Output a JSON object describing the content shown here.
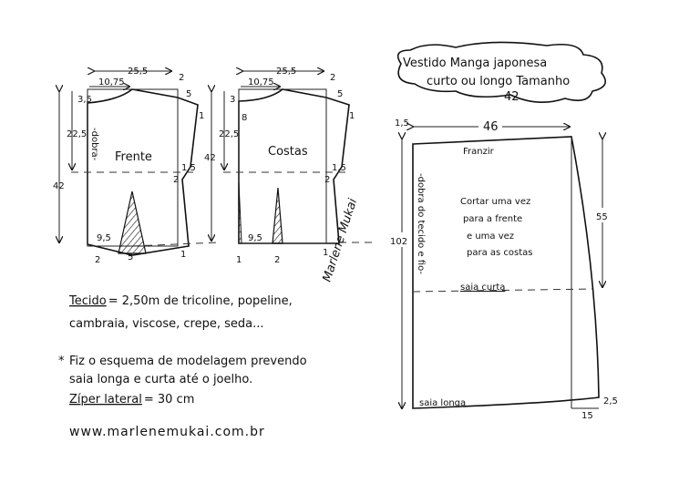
{
  "title": {
    "line1": "Vestido Manga japonesa",
    "line2": "curto ou longo Tamanho",
    "size": "42"
  },
  "front": {
    "label": "Frente",
    "fold": "-dobra-",
    "dims": {
      "width": "25,5",
      "neck_width": "10,75",
      "shoulder_raise": "2",
      "shoulder": "5",
      "sleeve_drop": "1",
      "neck_depth": "3,5",
      "armhole": "22,5",
      "length": "42",
      "underarm": "1,5",
      "side_in": "2",
      "hem_width": "9,5",
      "dart_width": "5",
      "hem_drop": "2",
      "hem_side": "1"
    }
  },
  "back": {
    "label": "Costas",
    "dims": {
      "width": "25,5",
      "neck_width": "10,75",
      "shoulder_raise": "2",
      "shoulder": "5",
      "sleeve_drop": "1",
      "neck_depth": "3",
      "slit": "8",
      "armhole": "22,5",
      "length": "42",
      "underarm": "1,5",
      "side_in": "2",
      "hem_width": "9,5",
      "hem_center": "1",
      "hem_dart": "2",
      "hem_side": "1"
    }
  },
  "skirt": {
    "top_raise": "1,5",
    "width": "46",
    "gather": "Franzir",
    "fold": "-dobra do tecido e fio-",
    "instructions": [
      "Cortar uma vez",
      "para a frente",
      "e uma vez",
      "para as costas"
    ],
    "length": "102",
    "short_length": "55",
    "short_label": "saia curta",
    "long_label": "saia longa",
    "hem_raise": "2,5",
    "hem_flare": "15"
  },
  "signature": "Marlene Mukai",
  "notes": {
    "fabric_label": "Tecido",
    "fabric_line1": "= 2,50m de tricoline, popeline,",
    "fabric_line2": "cambraia, viscose, crepe, seda...",
    "star": "*",
    "scheme_line1": "Fiz o esquema de modelagem prevendo",
    "scheme_line2": "saia longa e curta até o joelho.",
    "zipper_label": "Zíper lateral",
    "zipper_value": "= 30 cm",
    "website": "www.marlenemukai.com.br"
  }
}
